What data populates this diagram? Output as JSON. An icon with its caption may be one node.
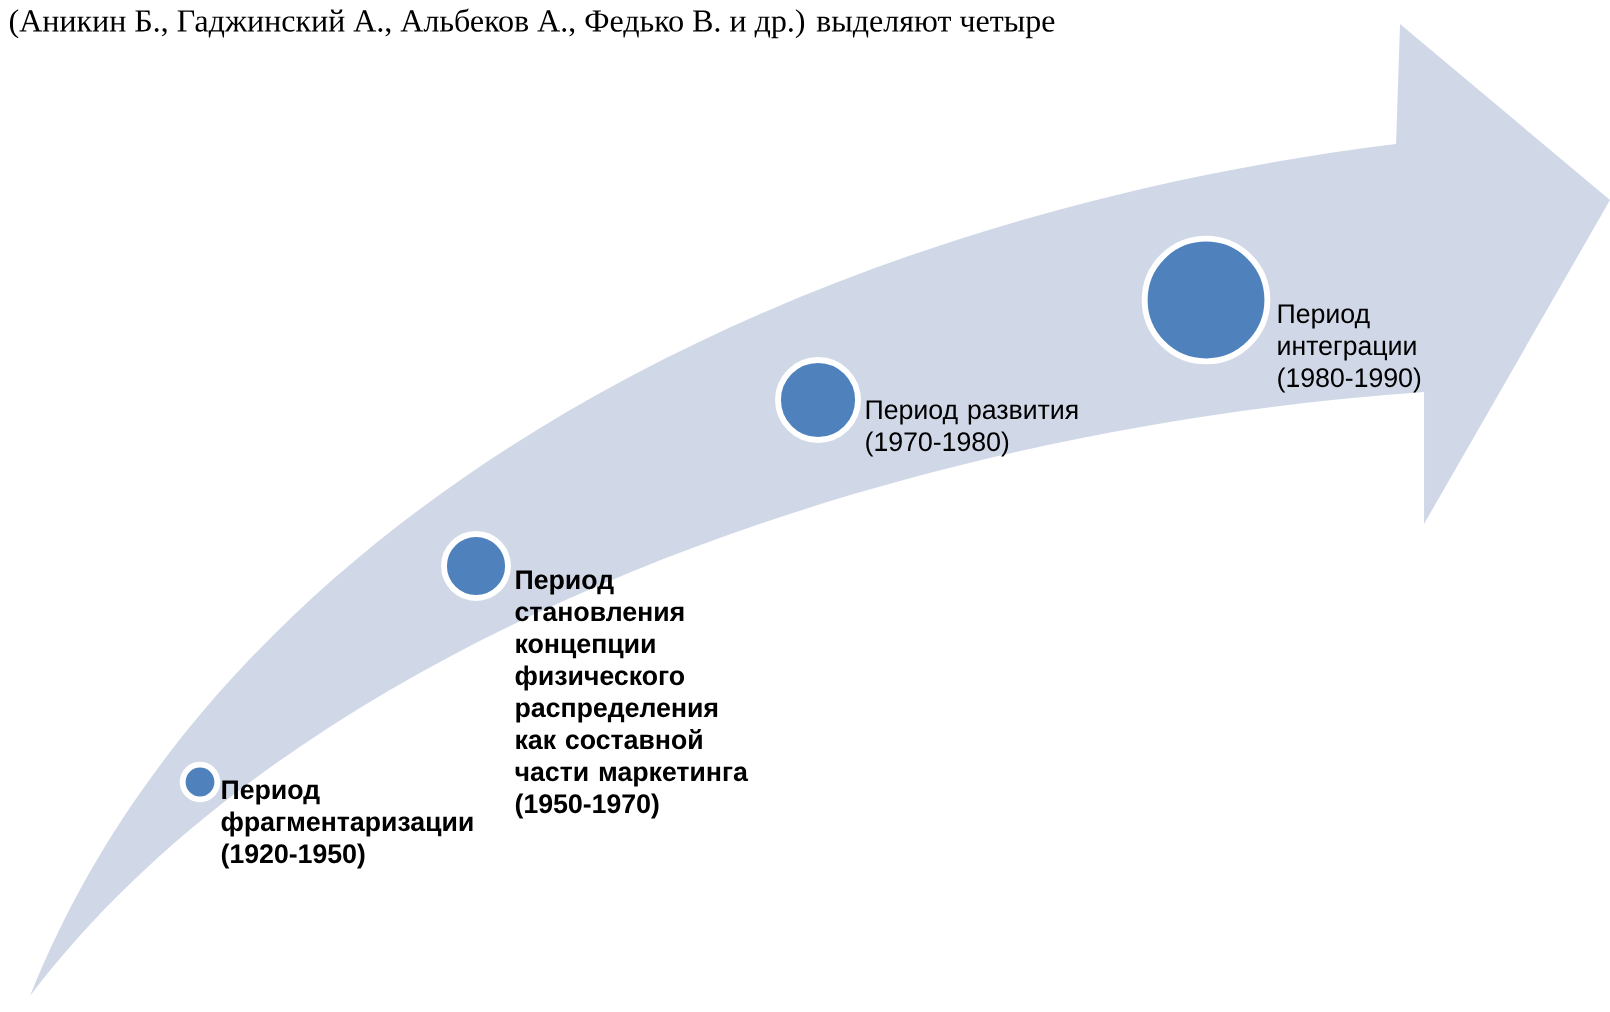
{
  "diagram": {
    "nodes": [
      {
        "text": [],
        "shape": "circle",
        "beside": [
          "Период фрагментаризации (1920-1950)"
        ]
      },
      {
        "text": [],
        "shape": "circle",
        "beside": [
          "Период становления концепции физического распределения как составной части маркетинга (1950-1970)"
        ]
      },
      {
        "text": [],
        "shape": "circle",
        "beside": [
          "Период развития (1970-1980)"
        ]
      },
      {
        "text": [],
        "shape": "circle",
        "beside": [
          "Период интеграции (1980-1990)"
        ]
      }
    ],
    "labels": [
      "(Аникин Б., Гаджинский А., Альбеков А., Федько В. и др.) выделяют четыре"
    ]
  }
}
